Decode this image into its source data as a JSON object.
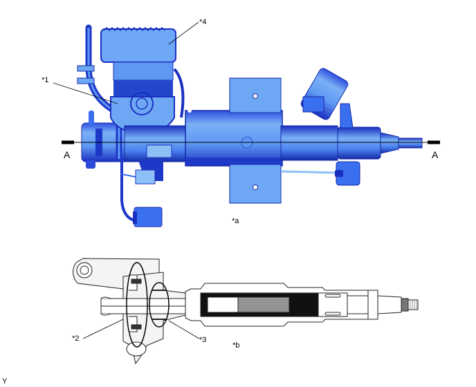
{
  "diagram": {
    "type": "steering column assembly illustration",
    "colors": {
      "part_light": "#6ea8f5",
      "part_mid": "#3a6ff0",
      "part_dark": "#1a2fc0",
      "part_deep": "#0e1a8a",
      "lineart": "#222222",
      "fill_gray": "#bdbdbd",
      "background": "#ffffff"
    },
    "views": [
      {
        "id": "a",
        "label": "*a",
        "description": "external view (blue rendering)"
      },
      {
        "id": "b",
        "label": "*b",
        "description": "cross-section view A-A"
      }
    ],
    "section_line": {
      "start_label": "A",
      "end_label": "A"
    },
    "callouts": [
      {
        "id": "1",
        "label": "*1"
      },
      {
        "id": "2",
        "label": "*2"
      },
      {
        "id": "3",
        "label": "*3"
      },
      {
        "id": "4",
        "label": "*4"
      }
    ],
    "corner_mark": "Y"
  }
}
